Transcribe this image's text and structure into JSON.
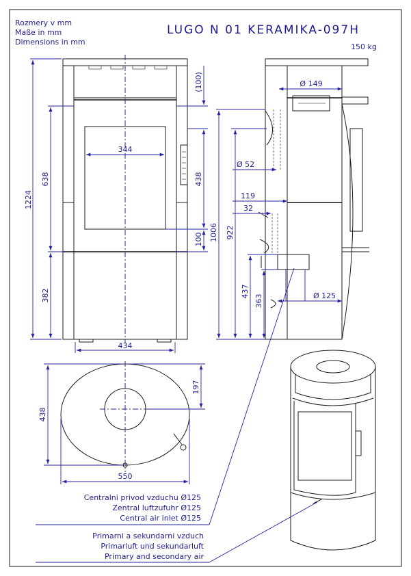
{
  "header": {
    "units": [
      "Rozmery v mm",
      "Maße in mm",
      "Dimensions in mm"
    ],
    "title": "LUGO N 01 KERAMIKA-097H",
    "weight": "150 kg"
  },
  "front_view": {
    "dim_total_height": "1224",
    "dim_upper": "638",
    "dim_lower": "382",
    "dim_door_width": "344",
    "dim_door_height": "438",
    "dim_top": "(100)",
    "dim_mid": "100",
    "dim_width": "434"
  },
  "side_view": {
    "dim_flue_diameter": "Ø 149",
    "dim_small_diameter": "Ø 52",
    "dim_119": "119",
    "dim_32": "32",
    "dim_1006": "1006",
    "dim_922": "922",
    "dim_437": "437",
    "dim_363": "363",
    "dim_air_diameter": "Ø 125"
  },
  "top_view": {
    "dim_depth": "438",
    "dim_197": "197",
    "dim_width": "550"
  },
  "notes": {
    "central_air": [
      "Centralni privod vzduchu Ø125",
      "Zentral luftzufuhr Ø125",
      "Central air inlet Ø125"
    ],
    "primary_air": [
      "Primarni a sekundarni vzduch",
      "Primarluft und sekundarluft",
      "Primary and secondary air"
    ]
  }
}
